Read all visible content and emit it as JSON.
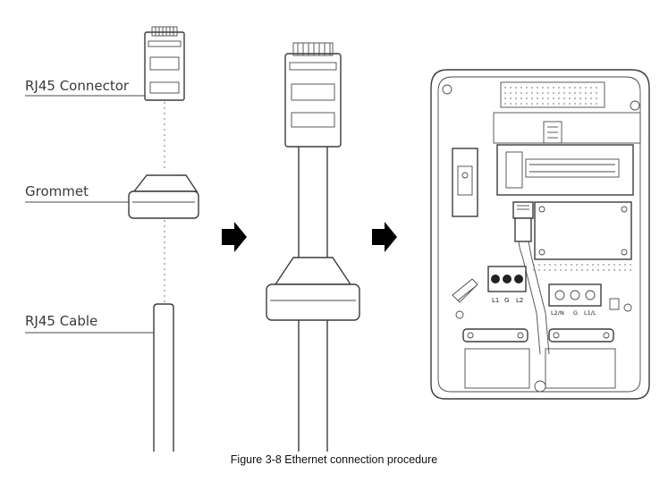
{
  "labels": {
    "connector": "RJ45 Connector",
    "grommet": "Grommet",
    "cable": "RJ45 Cable"
  },
  "caption": "Figure 3-8 Ethernet connection procedure",
  "pcb_terminal_labels": {
    "t1": "L1",
    "t2": "G",
    "t3": "L2",
    "t4": "L2/N",
    "t5": "G",
    "t6": "L1/L"
  },
  "colors": {
    "line": "#3c3c3c",
    "arrow": "#000000",
    "background": "#ffffff"
  }
}
